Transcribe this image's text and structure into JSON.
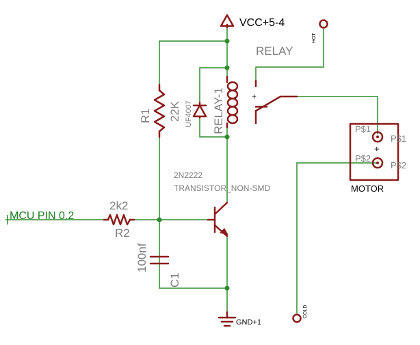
{
  "labels": {
    "vcc": "VCC+5-4",
    "relay_title": "RELAY",
    "hot": "HOT",
    "plus_switch": "+",
    "r1_name": "R1",
    "r1_value": "22K",
    "diode": "UF4007",
    "relay_name": "RELAY-1",
    "p1_left": "P$1",
    "p1_right": "P$1",
    "p2_left": "P$2",
    "p2_right": "P$2",
    "plus_motor": "+",
    "motor": "MOTOR",
    "transistor_value": "2N2222",
    "transistor_package": "TRANSISTOR_NON-SMD",
    "mcu": "MCU PIN 0.2",
    "r2_value": "2k2",
    "r2_name": "R2",
    "c1_value": "100nf",
    "c1_name": "C1",
    "cold": "COLD",
    "gnd": "GND+1"
  },
  "colors": {
    "component": "#8b1a1a",
    "wire": "#2e8b2e",
    "label": "#7f7f7f",
    "net_label": "#000000"
  }
}
